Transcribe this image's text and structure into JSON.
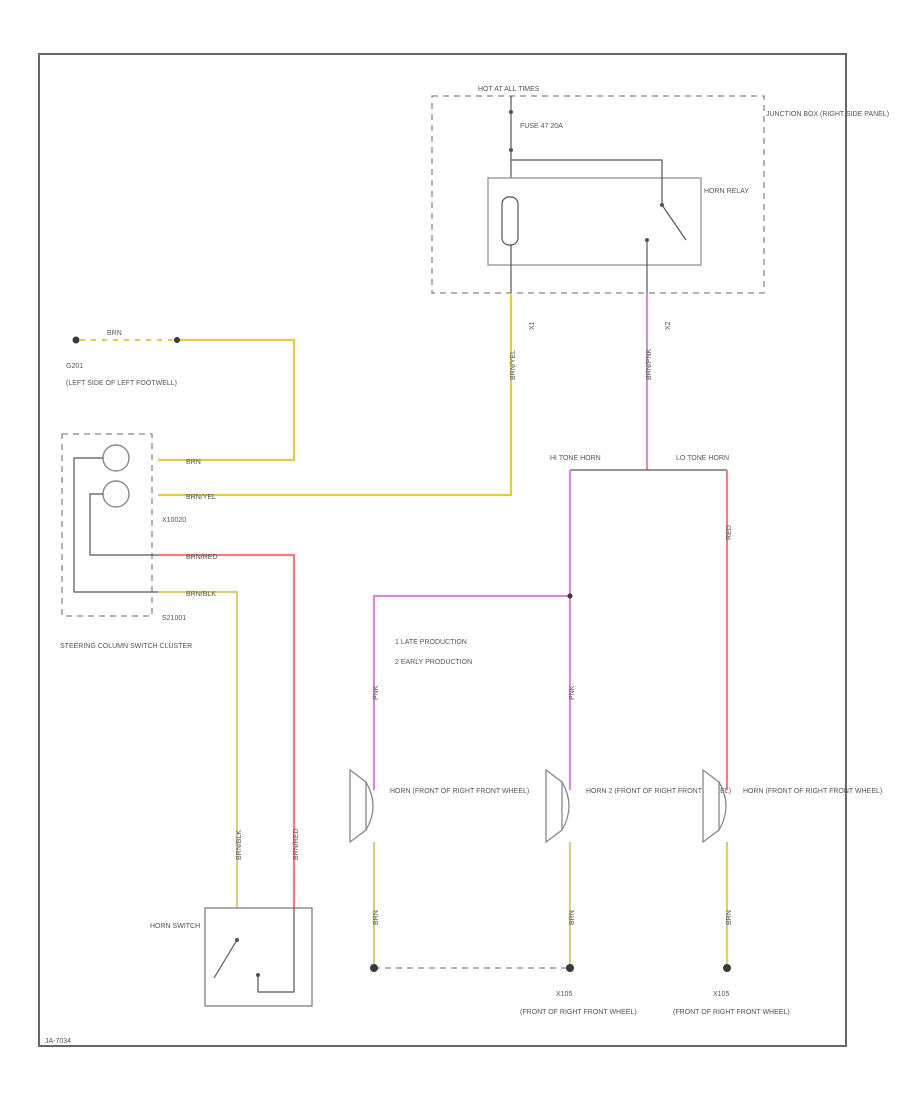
{
  "colors": {
    "yellow": "#e8c84a",
    "yellow_light": "#d9cf7a",
    "pink": "#d98ad6",
    "red": "#f07f7f",
    "ground": "#3a3a3a"
  },
  "junction_box": {
    "hot_label": "HOT AT ALL TIMES",
    "fuse_label": "FUSE 47 20A",
    "location_label": "JUNCTION BOX (RIGHT SIDE PANEL)",
    "relay_label": "HORN RELAY"
  },
  "ground_top": {
    "tag": "G201",
    "location": "(LEFT SIDE OF LEFT FOOTWELL)"
  },
  "steering_column": {
    "label": "STEERING COLUMN SWITCH CLUSTER",
    "connector_a": "X10020",
    "connector_b": "S21001"
  },
  "wires": {
    "brn": "BRN",
    "brn_yel": "BRN/YEL",
    "brn_red": "BRN/RED",
    "brn_blk": "BRN/BLK"
  },
  "splices": {
    "high_tone": "HI TONE HORN",
    "low_tone": "LO TONE HORN"
  },
  "legend": {
    "item1": "1 LATE PRODUCTION",
    "item2": "2 EARLY PRODUCTION"
  },
  "horns": {
    "horn1": "HORN (FRONT OF RIGHT FRONT WHEEL)",
    "horn2": "HORN 2 (FRONT OF RIGHT FRONT WHEEL)",
    "horn3": "HORN (FRONT OF RIGHT FRONT WHEEL)"
  },
  "grounds_bottom": {
    "g1_tag": "X105",
    "g1_location": "(FRONT OF RIGHT FRONT WHEEL)",
    "g2_tag": "X105",
    "g2_location": "(FRONT OF RIGHT FRONT WHEEL)"
  },
  "horn_switch": {
    "label": "HORN SWITCH"
  },
  "footer_code": "JA-7034"
}
